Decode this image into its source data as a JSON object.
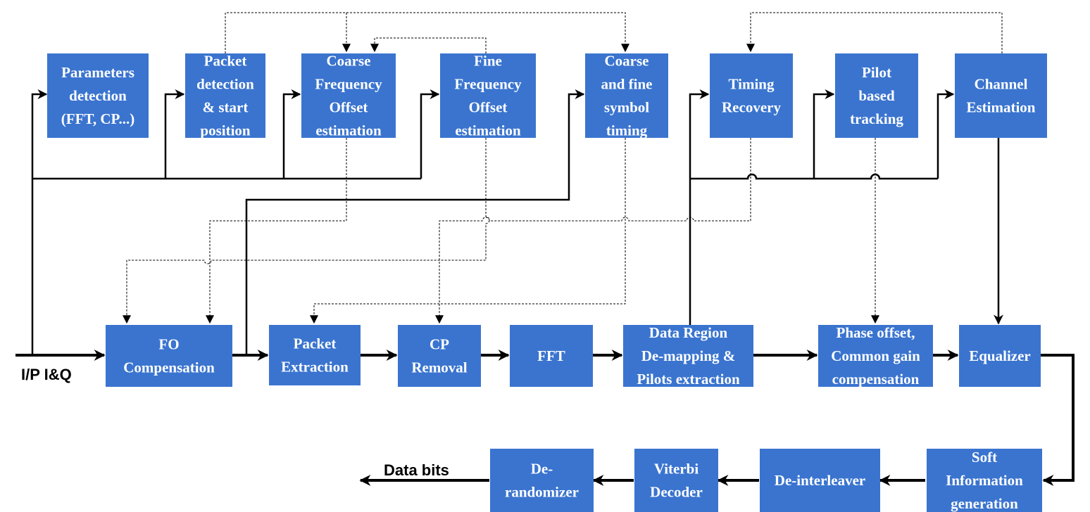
{
  "blocks": {
    "params": [
      "Parameters",
      "detection",
      "(FFT, CP...)"
    ],
    "packet_detect": [
      "Packet",
      "detection",
      "& start",
      "position"
    ],
    "coarse_fo": [
      "Coarse",
      "Frequency",
      "Offset",
      "estimation"
    ],
    "fine_fo": [
      "Fine",
      "Frequency",
      "Offset",
      "estimation"
    ],
    "symbol_timing": [
      "Coarse",
      "and fine",
      "symbol",
      "timing"
    ],
    "timing_recovery": [
      "Timing",
      "Recovery"
    ],
    "pilot_tracking": [
      "Pilot",
      "based",
      "tracking"
    ],
    "channel_est": [
      "Channel",
      "Estimation"
    ],
    "fo_comp": [
      "FO",
      "Compensation"
    ],
    "packet_extract": [
      "Packet",
      "Extraction"
    ],
    "cp_removal": [
      "CP",
      "Removal"
    ],
    "fft": [
      "FFT"
    ],
    "data_region": [
      "Data Region",
      "De-mapping &",
      "Pilots extraction"
    ],
    "phase_offset": [
      "Phase offset,",
      "Common gain",
      "compensation"
    ],
    "equalizer": [
      "Equalizer"
    ],
    "soft_info": [
      "Soft",
      "Information",
      "generation"
    ],
    "deinterleaver": [
      "De-interleaver"
    ],
    "viterbi": [
      "Viterbi",
      "Decoder"
    ],
    "derandomizer": [
      "De-",
      "randomizer"
    ]
  },
  "io": {
    "input_label": "I/P I&Q",
    "output_label": "Data bits"
  }
}
